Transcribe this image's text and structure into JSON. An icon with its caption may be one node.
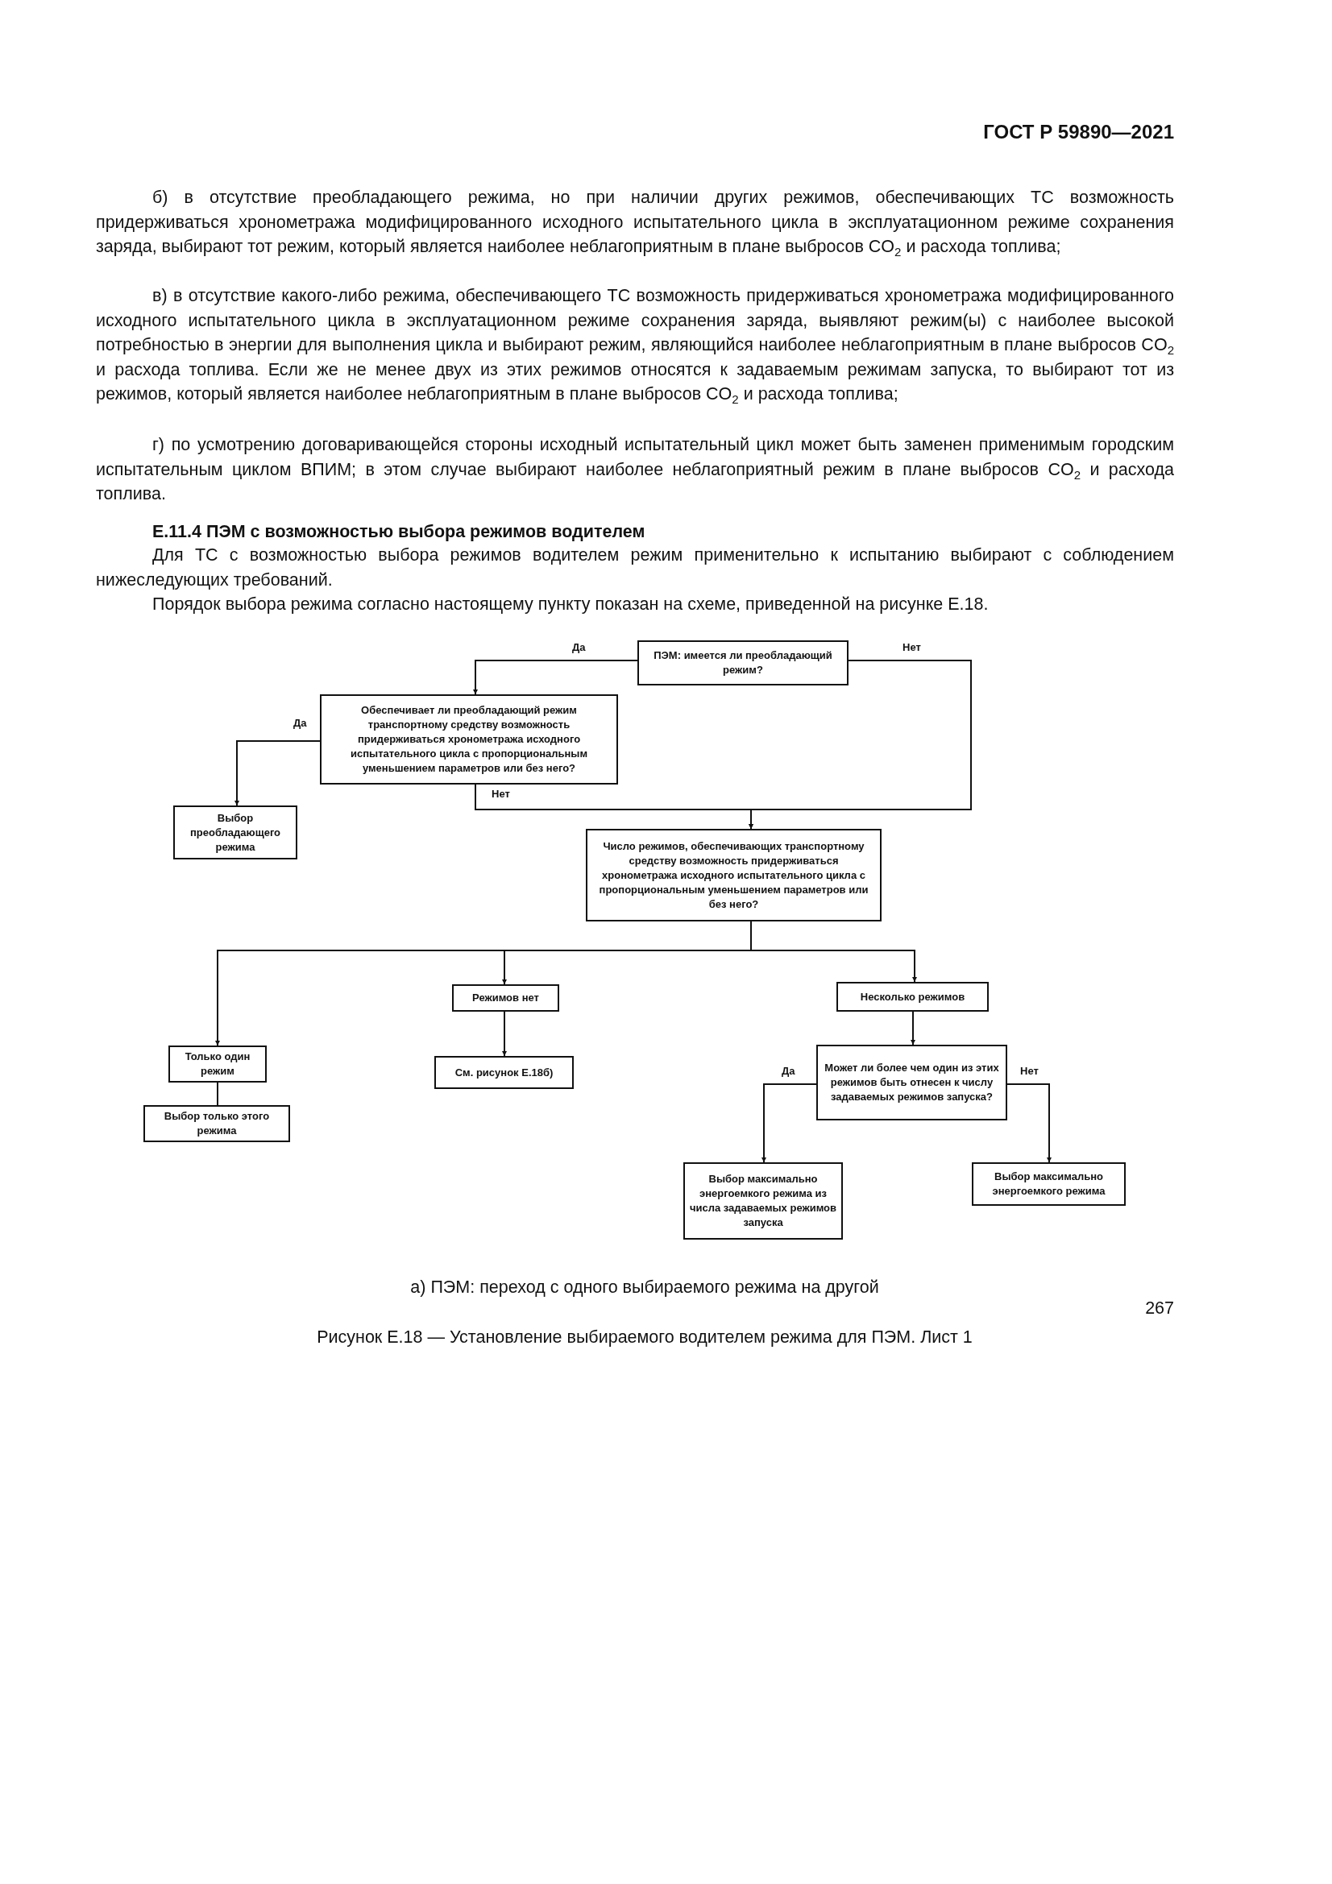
{
  "diagram": {
    "caption": "Рисунок Е.18 — Установление выбираемого водителем режима для ПЭМ. Лист 1",
    "nodes": [
      {
        "text": [
          "ПЭМ: имеется ли преобладающий режим?"
        ]
      },
      {
        "text": [
          "Обеспечивает ли преобладающий режим транспортному средству возможность придерживаться хронометража исходного испытательного цикла с пропорциональным уменьшением параметров или без него?"
        ]
      },
      {
        "text": [
          "Выбор преобладающего режима"
        ]
      },
      {
        "text": [
          "Число режимов, обеспечивающих транспортному средству возможность придерживаться хронометража исходного испытательного цикла с пропорциональным уменьшением параметров или без него?"
        ]
      },
      {
        "text": [
          "Режимов нет"
        ]
      },
      {
        "text": [
          "Несколько режимов"
        ]
      },
      {
        "text": [
          "Только один режим"
        ]
      },
      {
        "text": [
          "См. рисунок Е.18б)"
        ]
      },
      {
        "text": [
          "Может ли более чем один из этих режимов быть отнесен к числу задаваемых режимов запуска?"
        ]
      },
      {
        "text": [
          "Выбор только этого режима"
        ]
      },
      {
        "text": [
          "Выбор максимально энергоемкого режима из числа задаваемых режимов запуска"
        ]
      },
      {
        "text": [
          "Выбор максимально энергоемкого режима"
        ]
      }
    ],
    "edges": [
      {
        "from": 0,
        "to": 1,
        "arrow": "to",
        "label": "Да"
      },
      {
        "from": 0,
        "to": 3,
        "arrow": "to",
        "label": "Нет"
      },
      {
        "from": 1,
        "to": 2,
        "arrow": "to",
        "label": "Да"
      },
      {
        "from": 1,
        "to": 3,
        "arrow": "to",
        "label": "Нет"
      },
      {
        "from": 3,
        "to": 6,
        "arrow": "to"
      },
      {
        "from": 3,
        "to": 4,
        "arrow": "to"
      },
      {
        "from": 3,
        "to": 5,
        "arrow": "to"
      },
      {
        "from": 4,
        "to": 7,
        "arrow": "to"
      },
      {
        "from": 6,
        "to": 9,
        "arrow": "none"
      },
      {
        "from": 5,
        "to": 8,
        "arrow": "to"
      },
      {
        "from": 8,
        "to": 10,
        "arrow": "to",
        "label": "Да"
      },
      {
        "from": 8,
        "to": 11,
        "arrow": "to",
        "label": "Нет"
      }
    ],
    "labels": [
      "ГОСТ Р 59890—2021",
      "б) в отсутствие преобладающего режима, но при наличии других режимов, обеспечивающих ТС возможность придерживаться хронометража модифицированного исходного испытательного цикла в эксплуатационном режиме сохранения заряда, выбирают тот режим, который является наиболее неблагоприятным в плане выбросов CO$_{2}$ и расхода топлива;",
      "в) в отсутствие какого-либо режима, обеспечивающего ТС возможность придерживаться хронометража модифицированного исходного испытательного цикла в эксплуатационном режиме сохранения заряда, выявляют режим(ы) с наиболее высокой потребностью в энергии для выполнения цикла и выбирают режим, являющийся наиболее неблагоприятным в плане выбросов CO$_{2}$ и расхода топлива. Если же не менее двух из этих режимов относятся к задаваемым режимам запуска, то выбирают тот из режимов, который является наиболее неблагоприятным в плане выбросов CO$_{2}$ и расхода топлива;",
      "г) по усмотрению договаривающейся стороны исходный испытательный цикл может быть заменен применимым городским испытательным циклом ВПИМ; в этом случае выбирают наиболее неблагоприятный режим в плане выбросов CO$_{2}$ и расхода топлива.",
      "Е.11.4 ПЭМ с возможностью выбора режимов водителем",
      "Для ТС с возможностью выбора режимов водителем режим применительно к испытанию выбирают с соблюдением нижеследующих требований.",
      "Порядок выбора режима согласно настоящему пункту показан на схеме, приведенной на рисунке Е.18.",
      "а) ПЭМ: переход с одного выбираемого режима на другой",
      "267"
    ]
  }
}
